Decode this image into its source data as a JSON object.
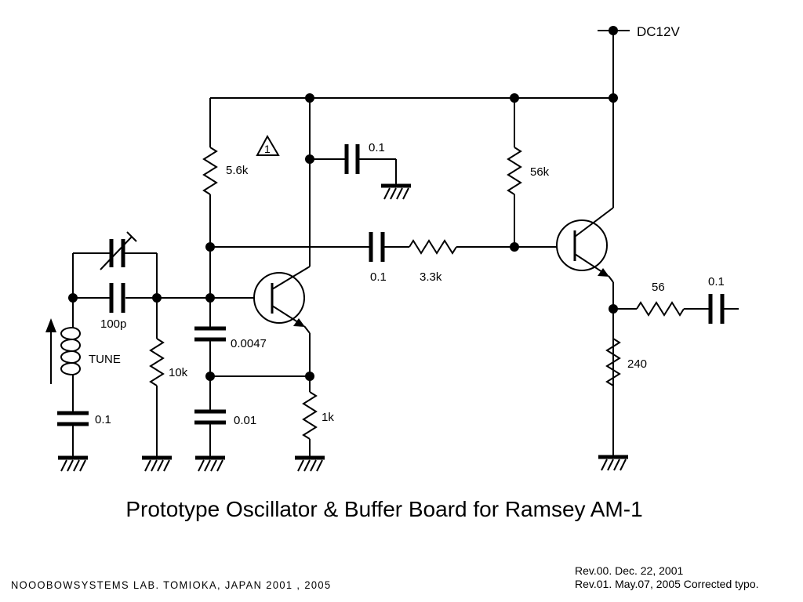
{
  "supply_label": "DC12V",
  "revision_marker": "1",
  "components": {
    "r_5k6": "5.6k",
    "r_56k": "56k",
    "r_3k3": "3.3k",
    "r_10k": "10k",
    "r_1k": "1k",
    "r_56": "56",
    "r_240": "240",
    "c_bypass": "0.1",
    "c_coupling": "0.1",
    "c_100p": "100p",
    "c_0047": "0.0047",
    "c_001": "0.01",
    "c_tune_gnd": "0.1",
    "c_output": "0.1",
    "coil": "TUNE"
  },
  "title": "Prototype Oscillator & Buffer Board for Ramsey AM-1",
  "credit": "NOOOBOWSYSTEMS LAB. TOMIOKA, JAPAN 2001 , 2005",
  "revisions": [
    "Rev.00. Dec. 22, 2001",
    "Rev.01. May.07, 2005 Corrected typo."
  ]
}
